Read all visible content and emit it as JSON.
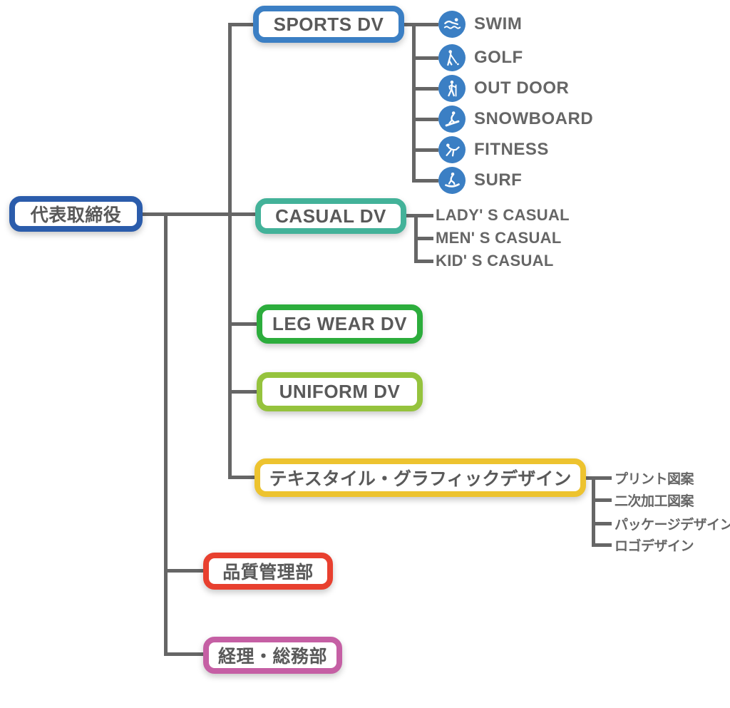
{
  "root": {
    "label": "代表取締役",
    "color": "#2b5cab"
  },
  "divisions": [
    {
      "label": "SPORTS DV",
      "color": "#3b7fc4",
      "children": [
        {
          "label": "SWIM",
          "icon": "swim-icon"
        },
        {
          "label": "GOLF",
          "icon": "golf-icon"
        },
        {
          "label": "OUT DOOR",
          "icon": "outdoor-icon"
        },
        {
          "label": "SNOWBOARD",
          "icon": "snowboard-icon"
        },
        {
          "label": "FITNESS",
          "icon": "fitness-icon"
        },
        {
          "label": "SURF",
          "icon": "surf-icon"
        }
      ]
    },
    {
      "label": "CASUAL DV",
      "color": "#43b299",
      "children": [
        {
          "label": "LADY' S CASUAL"
        },
        {
          "label": "MEN' S CASUAL"
        },
        {
          "label": "KID' S CASUAL"
        }
      ]
    },
    {
      "label": "LEG WEAR DV",
      "color": "#2cad3c"
    },
    {
      "label": "UNIFORM DV",
      "color": "#95c33d"
    },
    {
      "label": "テキスタイル・グラフィックデザイン",
      "color": "#edc32f",
      "children": [
        {
          "label": "プリント図案"
        },
        {
          "label": "二次加工図案"
        },
        {
          "label": "パッケージデザイン"
        },
        {
          "label": "ロゴデザイン"
        }
      ]
    },
    {
      "label": "品質管理部",
      "color": "#e8402f"
    },
    {
      "label": "経理・総務部",
      "color": "#c55fa4"
    }
  ],
  "line_color": "#666666",
  "text_color": "#595959"
}
